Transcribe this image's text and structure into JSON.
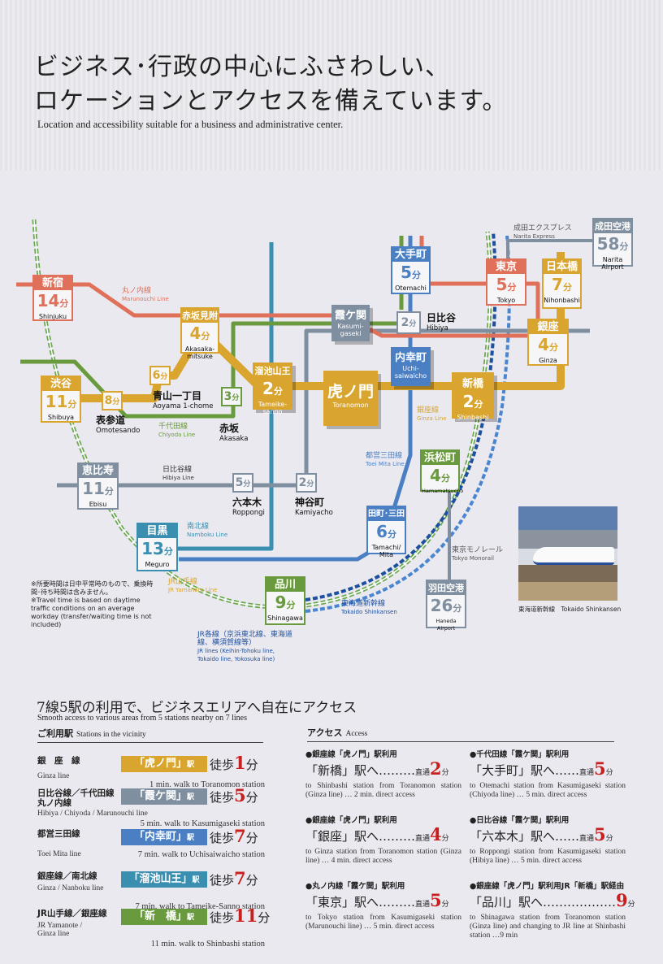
{
  "header": {
    "title_line1": "ビジネス･行政の中心にふさわしい、",
    "title_line2": "ロケーションとアクセスを備えています。",
    "subtitle": "Location and accessibility suitable for a business and administrative center."
  },
  "map": {
    "min_unit": "分",
    "stations": {
      "shinjuku": {
        "ja": "新宿",
        "time": "14",
        "en": "Shinjuku"
      },
      "akasakamitsuke": {
        "ja": "赤坂見附",
        "time": "4",
        "en": "Akasaka-mitsuke"
      },
      "shibuya": {
        "ja": "渋谷",
        "time": "11",
        "en": "Shibuya"
      },
      "tameikesanno": {
        "ja": "溜池山王",
        "time": "2",
        "en": "Tameike-sanno"
      },
      "toranomon": {
        "ja": "虎ノ門",
        "en": "Toranomon"
      },
      "kasumigaseki": {
        "ja": "霞ケ関",
        "en": "Kasumi-gaseki"
      },
      "otemachi": {
        "ja": "大手町",
        "time": "5",
        "en": "Otemachi"
      },
      "uchisaiwaicho": {
        "ja": "内幸町",
        "en": "Uchi-saiwaicho"
      },
      "shinbashi": {
        "ja": "新橋",
        "time": "2",
        "en": "Shinbashi"
      },
      "tokyo": {
        "ja": "東京",
        "time": "5",
        "en": "Tokyo"
      },
      "nihonbashi": {
        "ja": "日本橋",
        "time": "7",
        "en": "Nihonbashi"
      },
      "ginza": {
        "ja": "銀座",
        "time": "4",
        "en": "Ginza"
      },
      "narita": {
        "ja": "成田空港",
        "time": "58",
        "en": "Narita Airport"
      },
      "ebisu": {
        "ja": "恵比寿",
        "time": "11",
        "en": "Ebisu"
      },
      "meguro": {
        "ja": "目黒",
        "time": "13",
        "en": "Meguro"
      },
      "tamachi": {
        "ja": "田町･三田",
        "time": "6",
        "en": "Tamachi/ Mita"
      },
      "hamamatsucho": {
        "ja": "浜松町",
        "time": "4",
        "en": "Hamamatsucho"
      },
      "shinagawa": {
        "ja": "品川",
        "time": "9",
        "en": "Shinagawa"
      },
      "haneda": {
        "ja": "羽田空港",
        "time": "26",
        "en": "Haneda Airport"
      }
    },
    "small_stations": {
      "omotesando": {
        "time": "8",
        "ja": "表参道",
        "en": "Omotesando"
      },
      "aoyama": {
        "time": "6",
        "ja": "青山一丁目",
        "en": "Aoyama 1-chome"
      },
      "akasaka": {
        "time": "3",
        "ja": "赤坂",
        "en": "Akasaka"
      },
      "hibiya": {
        "time": "2",
        "ja": "日比谷",
        "en": "Hibiya"
      },
      "roppongi": {
        "time": "5",
        "ja": "六本木",
        "en": "Roppongi"
      },
      "kamiyacho": {
        "time": "2",
        "ja": "神谷町",
        "en": "Kamiyacho"
      }
    },
    "lines": {
      "marunouchi": {
        "ja": "丸ノ内線",
        "en": "Marunouchi Line",
        "color": "#e0705a"
      },
      "chiyoda": {
        "ja": "千代田線",
        "en": "Chiyoda Line",
        "color": "#6a9a3e"
      },
      "hibiya": {
        "ja": "日比谷線",
        "en": "Hibiya Line",
        "color": "#7f8fa0"
      },
      "ginza": {
        "ja": "銀座線",
        "en": "Ginza Line",
        "color": "#d9a52e"
      },
      "mita": {
        "ja": "都営三田線",
        "en": "Toei Mita Line",
        "color": "#4a7fc4"
      },
      "namboku": {
        "ja": "南北線",
        "en": "Namboku Line",
        "color": "#3a8fb0"
      },
      "yamanote": {
        "ja": "JR山手線",
        "en": "JR Yamanote Line",
        "color": "#6aa84f"
      },
      "shinkansen": {
        "ja": "東海道新幹線",
        "en": "Tokaido Shinkansen",
        "color": "#4a86d0"
      },
      "narita_express": {
        "ja": "成田エクスプレス",
        "en": "Narita Express",
        "color": "#7f8fa0"
      },
      "monorail": {
        "ja": "東京モノレール",
        "en": "Tokyo Monorail",
        "color": "#7f8fa0"
      },
      "jr_lines": {
        "ja": "JR各線（京浜東北線、東海道線、横須賀線等）",
        "en": "JR lines (Keihin-Tohoku line, Tokaido line, Yokosuka line)",
        "color": "#1e50a0"
      }
    },
    "note_ja": "※所要時間は日中平常時のもので、乗換時間･待ち時間は含みません。",
    "note_en": "※Travel time is based on daytime traffic conditions on an average workday (transfer/waiting time is not included)",
    "photo_caption": "東海道新幹線　Tokaido Shinkansen"
  },
  "access_section": {
    "title": "7線5駅の利用で、ビジネスエリアへ自在にアクセス",
    "subtitle": "Smooth access to various areas from 5 stations nearby on 7 lines",
    "stations_heading": "ご利用駅",
    "stations_heading_en": "Stations in the vicinity",
    "walk_prefix": "徒歩",
    "station_suffix": "駅",
    "stations": [
      {
        "line_ja": "銀　座　線",
        "line_en": "Ginza line",
        "station": "「虎ノ門」",
        "minutes": "1",
        "desc": "1 min. walk to Toranomon station",
        "color": "#d9a52e"
      },
      {
        "line_ja": "日比谷線／千代田線 丸ノ内線",
        "line_en": "Hibiya / Chiyoda / Marunouchi line",
        "station": "「霞ケ関」",
        "minutes": "5",
        "desc": "5 min. walk to Kasumigaseki station",
        "color": "#7f8fa0"
      },
      {
        "line_ja": "都営三田線",
        "line_en": "Toei Mita line",
        "station": "「内幸町」",
        "minutes": "7",
        "desc": "7 min. walk to Uchisaiwaicho station",
        "color": "#4a7fc4"
      },
      {
        "line_ja": "銀座線／南北線",
        "line_en": "Ginza / Nanboku line",
        "station": "「溜池山王」",
        "minutes": "7",
        "desc": "7 min. walk to Tameike-Sanno station",
        "color": "#3a8fb0"
      },
      {
        "line_ja": "JR山手線／銀座線",
        "line_en": "JR Yamanote / Ginza line",
        "station": "「新　橋」",
        "minutes": "11",
        "desc": "11 min. walk to Shinbashi station",
        "color": "#6a9a3e"
      }
    ],
    "access_heading": "アクセス",
    "access_heading_en": "Access",
    "access": [
      {
        "lead": "●銀座線「虎ノ門」駅利用",
        "dest": "「新橋」駅へ………",
        "kind": "直通",
        "minutes": "2",
        "text": "to Shinbashi station from Toranomon station (Ginza line) … 2 min. direct access"
      },
      {
        "lead": "●千代田線「霞ケ関」駅利用",
        "dest": "「大手町」駅へ……",
        "kind": "直通",
        "minutes": "5",
        "text": "to Otemachi station from Kasumigaseki station (Chiyoda line) … 5 min. direct access"
      },
      {
        "lead": "●銀座線「虎ノ門」駅利用",
        "dest": "「銀座」駅へ………",
        "kind": "直通",
        "minutes": "4",
        "text": "to Ginza station from Toranomon station (Ginza line) … 4 min. direct access"
      },
      {
        "lead": "●日比谷線「霞ケ関」駅利用",
        "dest": "「六本木」駅へ……",
        "kind": "直通",
        "minutes": "5",
        "text": "to Roppongi station from Kasumigaseki station (Hibiya line) … 5 min. direct access"
      },
      {
        "lead": "●丸ノ内線「霞ケ関」駅利用",
        "dest": "「東京」駅へ………",
        "kind": "直通",
        "minutes": "5",
        "text": "to Tokyo station from Kasumigaseki station (Marunouchi line) … 5 min. direct access"
      },
      {
        "lead": "●銀座線「虎ノ門」駅利用JR「新橋」駅経由",
        "dest": "「品川」駅へ………………",
        "kind": "",
        "minutes": "9",
        "text": "to Shinagawa station from Toranomon station (Ginza line) and changing to JR line at Shinbashi station …9 min"
      }
    ]
  }
}
